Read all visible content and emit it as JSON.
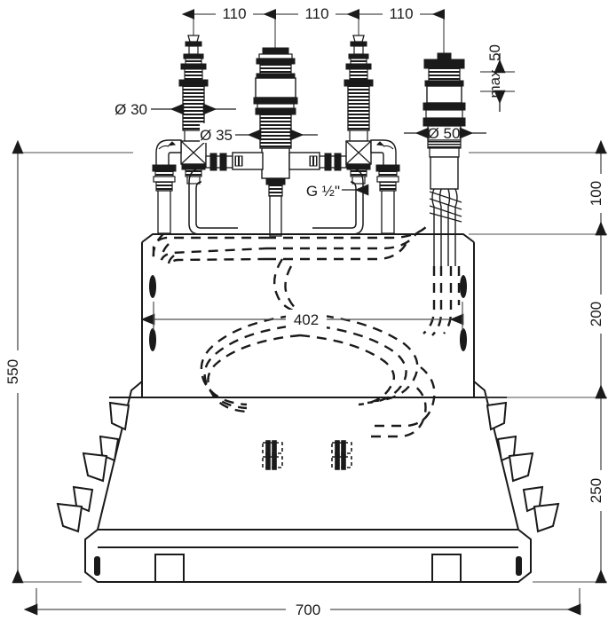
{
  "drawing": {
    "title": "Bath tub rim-mounted 4-hole mixer installation drawing",
    "type": "technical-dimension-drawing",
    "units": "mm",
    "line_color": "#000000",
    "dimension_color": "#4d4d4d",
    "background": "#ffffff"
  },
  "dimensions": {
    "top": [
      {
        "id": "top-110-a",
        "label": "110"
      },
      {
        "id": "top-110-b",
        "label": "110"
      },
      {
        "id": "top-110-c",
        "label": "110"
      }
    ],
    "top_right_vertical": {
      "id": "max-50",
      "label": "max. 50"
    },
    "diameters": [
      {
        "id": "dia-30",
        "label": "Ø 30"
      },
      {
        "id": "dia-35",
        "label": "Ø 35"
      },
      {
        "id": "dia-50",
        "label": "Ø 50"
      }
    ],
    "thread": {
      "id": "g-half-inch",
      "label": "G ½\""
    },
    "right_vertical": [
      {
        "id": "right-100",
        "label": "100"
      },
      {
        "id": "right-200",
        "label": "200"
      },
      {
        "id": "right-250",
        "label": "250"
      }
    ],
    "left_vertical": {
      "id": "left-550",
      "label": "550"
    },
    "mid_horizontal": {
      "id": "mid-402",
      "label": "402"
    },
    "bottom_horizontal": {
      "id": "bottom-700",
      "label": "700"
    }
  },
  "components": {
    "valve_left": "left-handle-valve",
    "spout_center": "center-spout-body",
    "valve_right": "right-handle-valve",
    "outlet_far_right": "hand-shower-outlet",
    "clips_left_count": 5,
    "clips_right_count": 5,
    "feet_count": 2
  }
}
